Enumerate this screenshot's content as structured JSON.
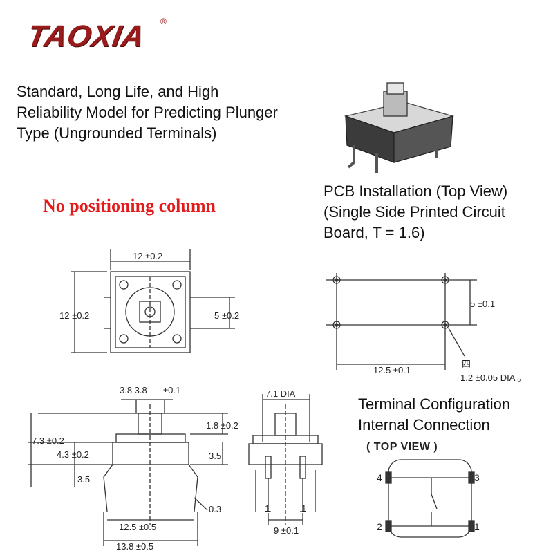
{
  "brand": {
    "logo_text": "TAOXIA",
    "registered_mark": "®"
  },
  "descriptions": {
    "model": "Standard, Long Life, and High\nReliability Model for Predicting Plunger\nType (Ungrounded Terminals)",
    "pcb": "PCB Installation (Top View)\n(Single Side Printed Circuit\nBoard, T = 1.6)",
    "terminal": "Terminal Configuration\nInternal Connection"
  },
  "headline": "No positioning column",
  "top_view_label": "( TOP VIEW )",
  "dims": {
    "top_width": "12 ±0.2",
    "top_height": "12 ±0.2",
    "top_pitch": "5 ±0.2",
    "pcb_pitch": "5 ±0.1",
    "pcb_width": "12.5 ±0.1",
    "pcb_hole_note": "四",
    "pcb_hole": "1.2 ±0.05 DIA 。",
    "side_36": "3.8 3.8",
    "side_tol": "±0.1",
    "side_18": "1.8 ±0.2",
    "side_73": "7.3 ±0.2",
    "side_43": "4.3 ±0.2",
    "side_35_right": "3.5",
    "side_35_left": "3.5",
    "side_03": "0.3",
    "side_125": "12.5 ±0.5",
    "side_138": "13.8 ±0.5",
    "front_71": "7.1 DIA",
    "front_9": "9 ±0.1",
    "front_pin_l": "1",
    "front_pin_r": "1"
  },
  "pins": {
    "p4": "4",
    "p3": "3",
    "p2": "2",
    "p1": "1"
  },
  "colors": {
    "accent": "#e31b1b",
    "logo": "#9a1b1b",
    "line": "#333333"
  }
}
